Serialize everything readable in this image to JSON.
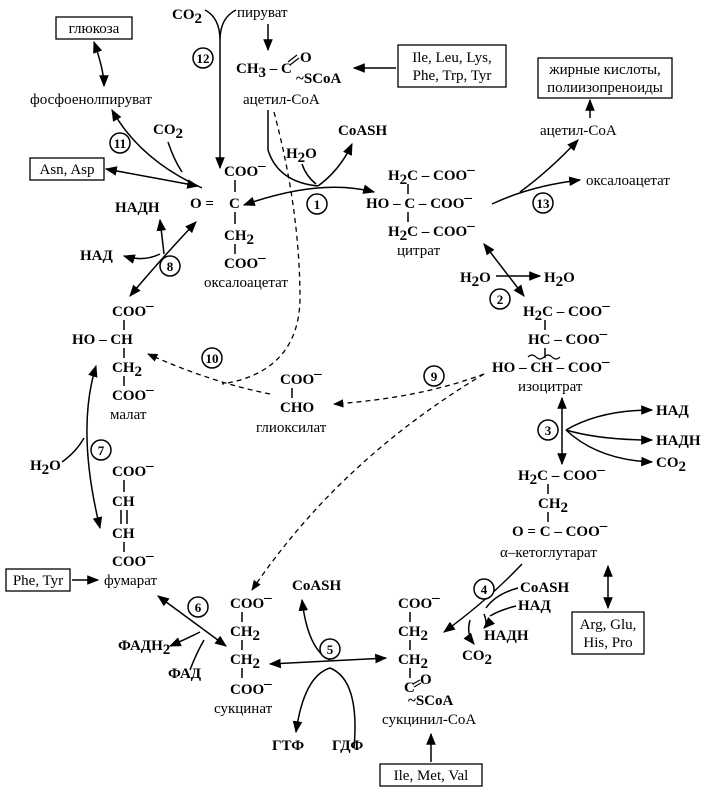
{
  "inputs": {
    "co2_top": "CO",
    "sub2": "2",
    "pyruvate": "пируват",
    "glucose": "глюкоза",
    "aa_acetyl_line1": "Ile, Leu, Lys,",
    "aa_acetyl_line2": "Phe, Trp, Tyr",
    "fatty_line1": "жирные кислоты,",
    "fatty_line2": "полиизопреноиды",
    "pep": "фосфоенолпируват",
    "asn_asp": "Asn, Asp",
    "phe_tyr": "Phe, Tyr",
    "arg_line1": "Arg, Glu,",
    "arg_line2": "His, Pro",
    "ile_met_val": "Ile, Met, Val"
  },
  "metabolites": {
    "acetyl_coa": "ацетил-CoA",
    "oxaloacetate": "оксалоацетат",
    "citrate": "цитрат",
    "isocitrate": "изоцитрат",
    "alpha_kg": "α–кетоглутарат",
    "succinyl_coa": "сукцинил-CoA",
    "succinate": "сукцинат",
    "fumarate": "фумарат",
    "malate": "малат",
    "glyoxylate": "глиоксилат",
    "acetyl_coa_side": "ацетил-CoA",
    "oxaloacetate_side": "оксалоацетат"
  },
  "formula": {
    "coo": "COO",
    "minus": "–",
    "ch2": "CH",
    "h2c": "H",
    "ch": "CH",
    "hc": "HC",
    "c": "C",
    "c_eq": "C",
    "o_eq": "O =",
    "ho": "HO",
    "ch3": "CH",
    "sub3": "3",
    "o": "O",
    "scoa": "SCoA",
    "tilde": "~",
    "cho": "CHO",
    "wavy": "~~"
  },
  "cofactors": {
    "h2o": "H",
    "o_part": "O",
    "coash": "CoASH",
    "nad": "НАД",
    "nadh": "НАДН",
    "fadh": "ФАДН",
    "fad": "ФАД",
    "gtf": "ГТФ",
    "gdf": "ГДФ",
    "co2": "CO"
  },
  "steps": [
    "1",
    "2",
    "3",
    "4",
    "5",
    "6",
    "7",
    "8",
    "9",
    "10",
    "11",
    "12",
    "13"
  ]
}
